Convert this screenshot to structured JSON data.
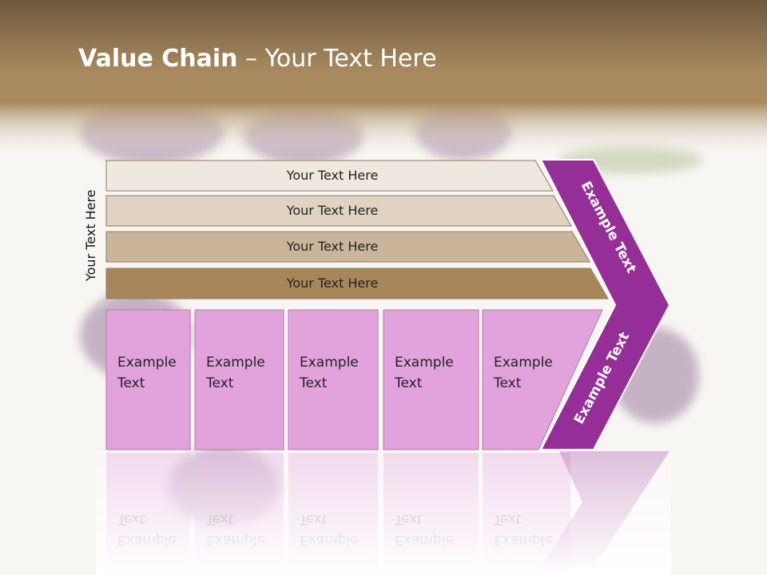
{
  "header": {
    "title_bold": "Value Chain",
    "title_rest": " – Your Text Here"
  },
  "side_label": "Your Text Here",
  "bands": [
    {
      "label": "Your Text Here",
      "color": "#efe8df"
    },
    {
      "label": "Your Text Here",
      "color": "#e0d3c2"
    },
    {
      "label": "Your Text Here",
      "color": "#cbb59a"
    },
    {
      "label": "Your Text Here",
      "color": "#a7875a"
    }
  ],
  "boxes": [
    {
      "line1": "Example",
      "line2": "Text"
    },
    {
      "line1": "Example",
      "line2": "Text"
    },
    {
      "line1": "Example",
      "line2": "Text"
    },
    {
      "line1": "Example",
      "line2": "Text"
    },
    {
      "line1": "Example",
      "line2": "Text"
    }
  ],
  "arrow": {
    "upper_label": "Example Text",
    "lower_label": "Example Text"
  },
  "colors": {
    "header_top": "#6e5a3e",
    "header_bottom": "#a88a5e",
    "box_fill": "#e2a3dd",
    "arrow_fill": "#962e98",
    "flower": "#5a2a63"
  }
}
